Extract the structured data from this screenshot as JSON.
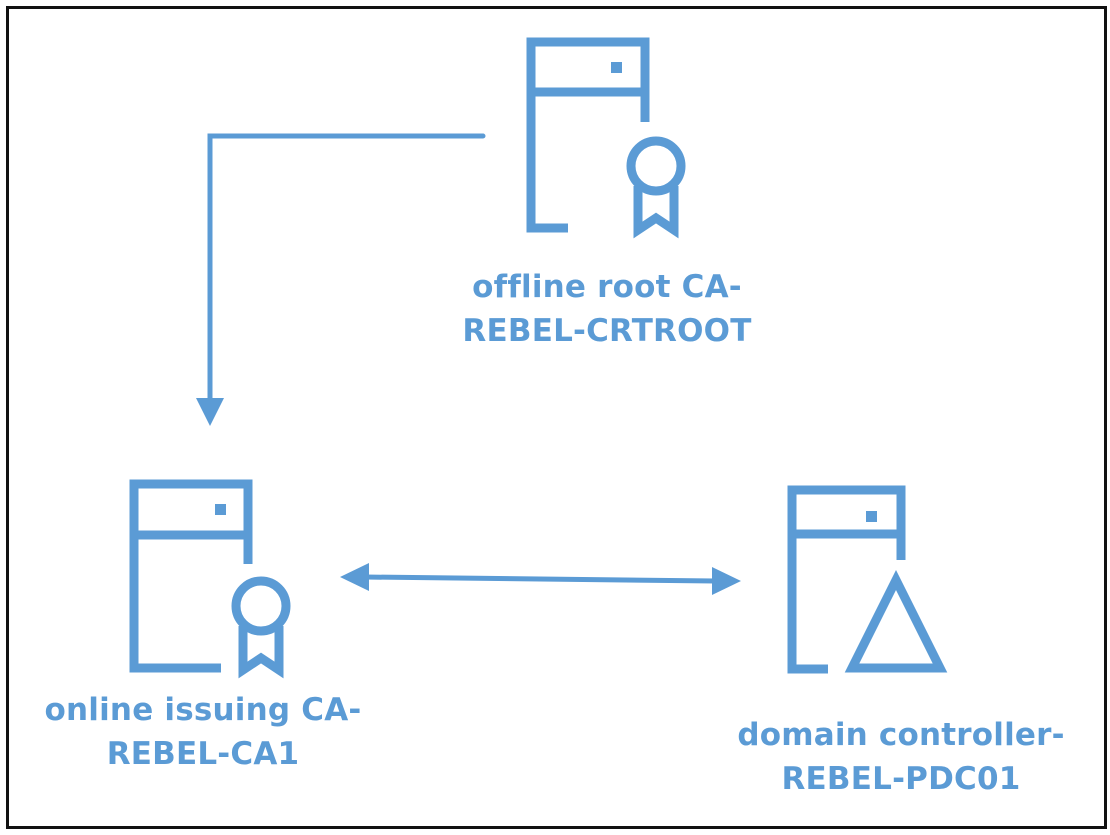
{
  "colors": {
    "accent": "#5b9bd5",
    "border": "#111111",
    "background": "#ffffff"
  },
  "nodes": [
    {
      "id": "root-ca",
      "icon": "server-certificate-icon",
      "line1": "offline root CA-",
      "line2": "REBEL-CRTROOT"
    },
    {
      "id": "issuing-ca",
      "icon": "server-certificate-icon",
      "line1": "online issuing CA-",
      "line2": "REBEL-CA1"
    },
    {
      "id": "domain-controller",
      "icon": "server-triangle-icon",
      "line1": "domain controller-",
      "line2": "REBEL-PDC01"
    }
  ],
  "edges": [
    {
      "from": "root-ca",
      "to": "issuing-ca",
      "direction": "one-way"
    },
    {
      "from": "issuing-ca",
      "to": "domain-controller",
      "direction": "two-way"
    }
  ]
}
